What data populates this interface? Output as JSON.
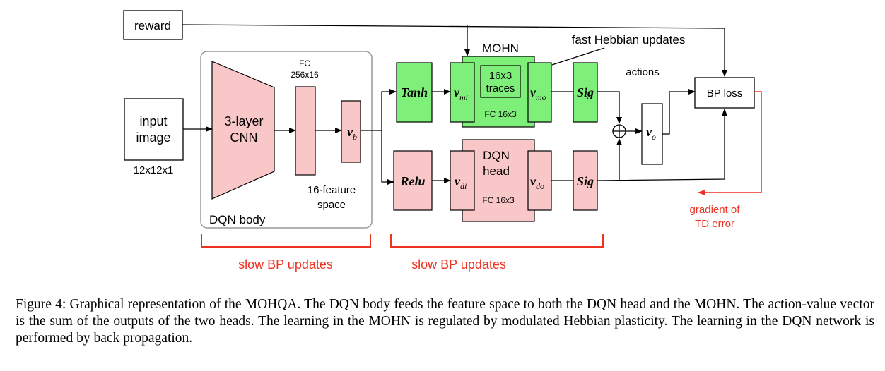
{
  "diagram": {
    "reward": "reward",
    "input_line1": "input",
    "input_line2": "image",
    "input_size": "12x12x1",
    "cnn_line1": "3-layer",
    "cnn_line2": "CNN",
    "fc_line1": "FC",
    "fc_line2": "256x16",
    "vb_main": "v",
    "vb_sub": "b",
    "feature_line1": "16-feature",
    "feature_line2": "space",
    "dqn_body": "DQN body",
    "tanh": "Tanh",
    "relu": "Relu",
    "vmi_main": "v",
    "vmi_sub": "mi",
    "vmo_main": "v",
    "vmo_sub": "mo",
    "vdi_main": "v",
    "vdi_sub": "di",
    "vdo_main": "v",
    "vdo_sub": "do",
    "mohn": "MOHN",
    "traces_line1": "16x3",
    "traces_line2": "traces",
    "mohn_fc": "FC 16x3",
    "dqn_head_line1": "DQN",
    "dqn_head_line2": "head",
    "dqn_fc": "FC 16x3",
    "sig": "Sig",
    "fast_hebbian": "fast Hebbian updates",
    "actions": "actions",
    "vo_main": "v",
    "vo_sub": "o",
    "bp_loss": "BP loss",
    "gradient_line1": "gradient of",
    "gradient_line2": "TD error",
    "slow_bp_1": "slow BP updates",
    "slow_bp_2": "slow BP updates"
  },
  "colors": {
    "pink": "#f9c7c8",
    "green": "#7ef07a",
    "red": "#ee3322",
    "body_border": "#999999"
  },
  "caption": "Figure 4: Graphical representation of the MOHQA. The DQN body feeds the feature space to both the DQN head and the MOHN. The action-value vector is the sum of the outputs of the two heads. The learning in the MOHN is regulated by modulated Hebbian plasticity. The learning in the DQN network is performed by back propagation."
}
